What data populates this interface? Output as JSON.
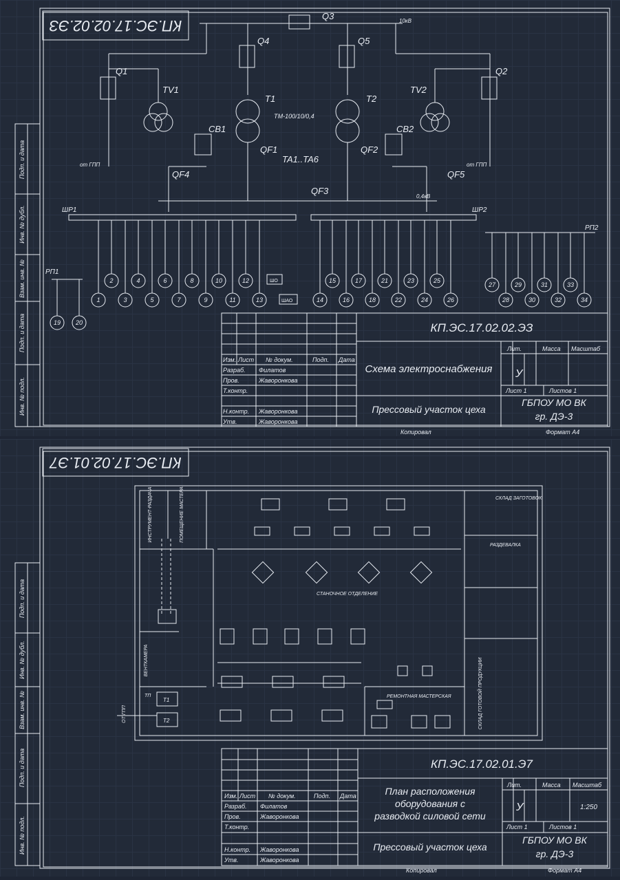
{
  "sheet1": {
    "stamp_code_rotated": "КП.ЭС.17.02.02.ЭЗ",
    "title_block": {
      "code": "КП.ЭС.17.02.02.ЭЗ",
      "title": "Схема электроснабжения",
      "subtitle": "Прессовый участок цеха",
      "org": "ГБПОУ МО ВК",
      "group": "гр. ДЭ-3",
      "lit_value": "У",
      "sheet": "Лист 1",
      "sheets": "Листов 1",
      "copied": "Копировал",
      "format": "Формат А4"
    },
    "labels": {
      "q1": "Q1",
      "q2": "Q2",
      "q3": "Q3",
      "q4": "Q4",
      "q5": "Q5",
      "tv1": "TV1",
      "tv2": "TV2",
      "t1": "T1",
      "t2": "T2",
      "cb1": "CB1",
      "cb2": "CB2",
      "qf1": "QF1",
      "qf2": "QF2",
      "qf3": "QF3",
      "qf4": "QF4",
      "qf5": "QF5",
      "ta": "TA1..TA6",
      "tm": "ТМ-100/10/0,4",
      "kv10": "10кВ",
      "kv04": "0,4кВ",
      "from_gpp1": "от ГПП",
      "from_gpp2": "от ГПП",
      "shr1": "ШР1",
      "shr2": "ШР2",
      "rp1": "РП1",
      "rp2": "РП2",
      "shu": "ШО",
      "shao": "ШАО"
    },
    "consumers_top_left": [
      "2",
      "4",
      "6",
      "8",
      "10",
      "12"
    ],
    "consumers_bot_left": [
      "1",
      "3",
      "5",
      "7",
      "9",
      "11",
      "13"
    ],
    "consumers_top_mid": [
      "15",
      "17",
      "21",
      "23",
      "25"
    ],
    "consumers_bot_mid": [
      "14",
      "16",
      "18",
      "22",
      "24",
      "26"
    ],
    "consumers_top_right": [
      "27",
      "29",
      "31",
      "33"
    ],
    "consumers_bot_right": [
      "28",
      "30",
      "32",
      "34"
    ],
    "consumers_rp1": [
      "19",
      "20"
    ]
  },
  "sheet2": {
    "stamp_code_rotated": "КП.ЭС.17.02.01.Э7",
    "title_block": {
      "code": "КП.ЭС.17.02.01.Э7",
      "title_line1": "План расположения",
      "title_line2": "оборудования с",
      "title_line3": "разводкой силовой сети",
      "subtitle": "Прессовый участок цеха",
      "org": "ГБПОУ МО ВК",
      "group": "гр. ДЭ-3",
      "lit_value": "У",
      "scale_value": "1:250",
      "sheet": "Лист 1",
      "sheets": "Листов 1",
      "copied": "Копировал",
      "format": "Формат А4"
    },
    "rooms": {
      "tool": "ИНСТРУМЕНТ-РАЗДАЧА",
      "master": "ПОМЕЩЕНИЕ МАСТЕРА",
      "sklad": "СКЛАД ЗАГОТОВОК",
      "razdevalka": "РАЗДЕВАЛКА",
      "stanochnoe": "СТАНОЧНОЕ ОТДЕЛЕНИЕ",
      "remont": "РЕМОНТНАЯ МАСТЕРСКАЯ",
      "vent": "ВЕНТКАМЕРА",
      "sklad_gp": "СКЛАД ГОТОВОЙ ПРОДУКЦИИ",
      "ot_gpp": "ОТ ГПП",
      "tp": "ТП",
      "t1": "Т1",
      "t2": "Т2"
    }
  },
  "common": {
    "h_izm": "Изм.",
    "h_list": "Лист",
    "h_doc": "№ докум.",
    "h_sign": "Подп.",
    "h_date": "Дата",
    "r_razrab": "Разраб.",
    "r_prov": "Пров.",
    "r_tkontr": "Т.контр.",
    "r_nkontr": "Н.контр.",
    "r_utv": "Утв.",
    "n_razrab": "Филатов",
    "n_prov": "Жаворонкова",
    "n_nkontr": "Жаворонкова",
    "n_utv": "Жаворонкова",
    "lit": "Лит.",
    "massa": "Масса",
    "masshtab": "Масштаб",
    "side_podp": "Подп. и дата",
    "side_inv_dubl": "Инв. № дубл.",
    "side_vzam": "Взам. инв. №",
    "side_inv_podl": "Инв. № подл."
  }
}
